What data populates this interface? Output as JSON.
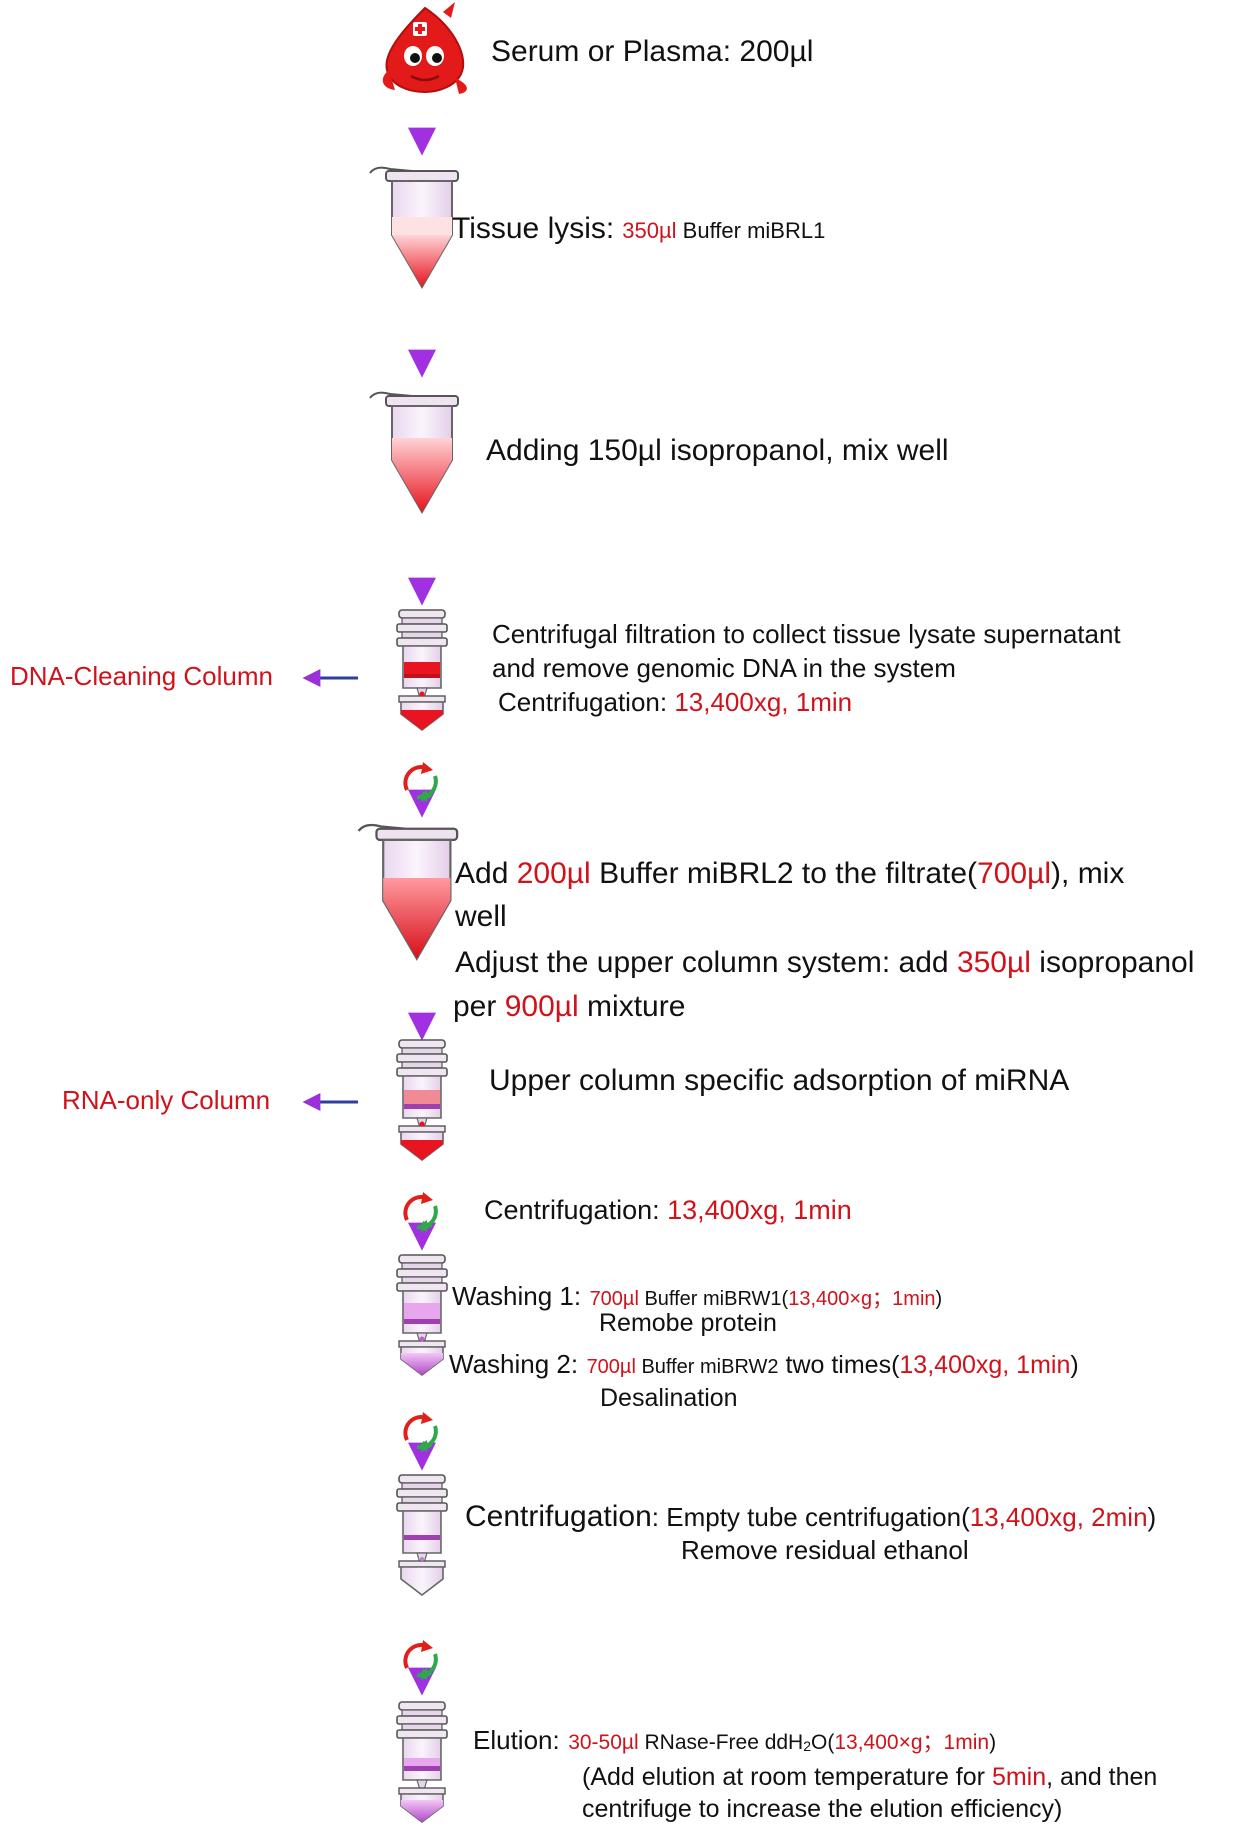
{
  "steps": {
    "s1": {
      "text": "Serum or Plasma: 200µl"
    },
    "s2": {
      "label": "Tissue lysis",
      "sep": ":",
      "amount": "350µl",
      "reagent": " Buffer miBRL1"
    },
    "s3": {
      "text": "Adding 150µl isopropanol, mix well"
    },
    "s4": {
      "line1": "Centrifugal filtration to collect tissue lysate supernatant",
      "line2": "and remove genomic DNA in the system",
      "cent_label": "Centrifugation: ",
      "cent_value": "13,400xg, 1min"
    },
    "s5": {
      "a1": "Add ",
      "a2": "200µl",
      "a3": " Buffer miBRL2 to the filtrate(",
      "a4": "700µl",
      "a5": "), mix",
      "a6": "well",
      "b1": "Adjust the upper column system: add ",
      "b2": "350µl",
      "b3": " isopropanol",
      "c1": "per ",
      "c2": "900µl",
      "c3": " mixture"
    },
    "s6": {
      "text": "Upper column specific adsorption of miRNA"
    },
    "s7": {
      "label": "Centrifugation: ",
      "value": "13,400xg, 1min"
    },
    "s8": {
      "w1_label": "Washing 1:",
      "w1_amount": "700µl",
      "w1_reagent": " Buffer miBRW1(",
      "w1_cond": "13,400×g；1min",
      "w1_close": ")",
      "w1_note": "Remobe protein",
      "w2_label": "Washing 2:",
      "w2_amount": "700µl",
      "w2_reagent": " Buffer miBRW2",
      "w2_mid": " two times(",
      "w2_cond": "13,400xg, 1min",
      "w2_close": ")",
      "w2_note": "Desalination"
    },
    "s9": {
      "label": "Centrifugation",
      "sep": ": ",
      "text": "Empty tube centrifugation(",
      "cond": "13,400xg, 2min",
      "close": ")",
      "note": "Remove residual ethanol"
    },
    "s10": {
      "label": "Elution:",
      "amount": "30-50µl",
      "r1": " RNase-Free ddH",
      "r_sub": "2",
      "r2": "O(",
      "cond": "13,400×g；1min",
      "close": ")",
      "n1": "(Add elution at room temperature for ",
      "n_time": "5min",
      "n2": ", and then",
      "n3": "centrifuge to increase the elution efficiency)"
    }
  },
  "side_labels": {
    "dna": "DNA-Cleaning Column",
    "rna": "RNA-only Column"
  },
  "icons": [
    "blood-drop-mascot-icon",
    "microtube-icon",
    "spin-column-icon",
    "centrifuge-rotation-icon"
  ],
  "colors": {
    "accent_red": "#d0121b",
    "arrow_purple": "#9b30d9",
    "arrow_blue": "#2a3f9e",
    "liquid_red": "#e8141f",
    "membrane_purple": "#a040b0"
  }
}
